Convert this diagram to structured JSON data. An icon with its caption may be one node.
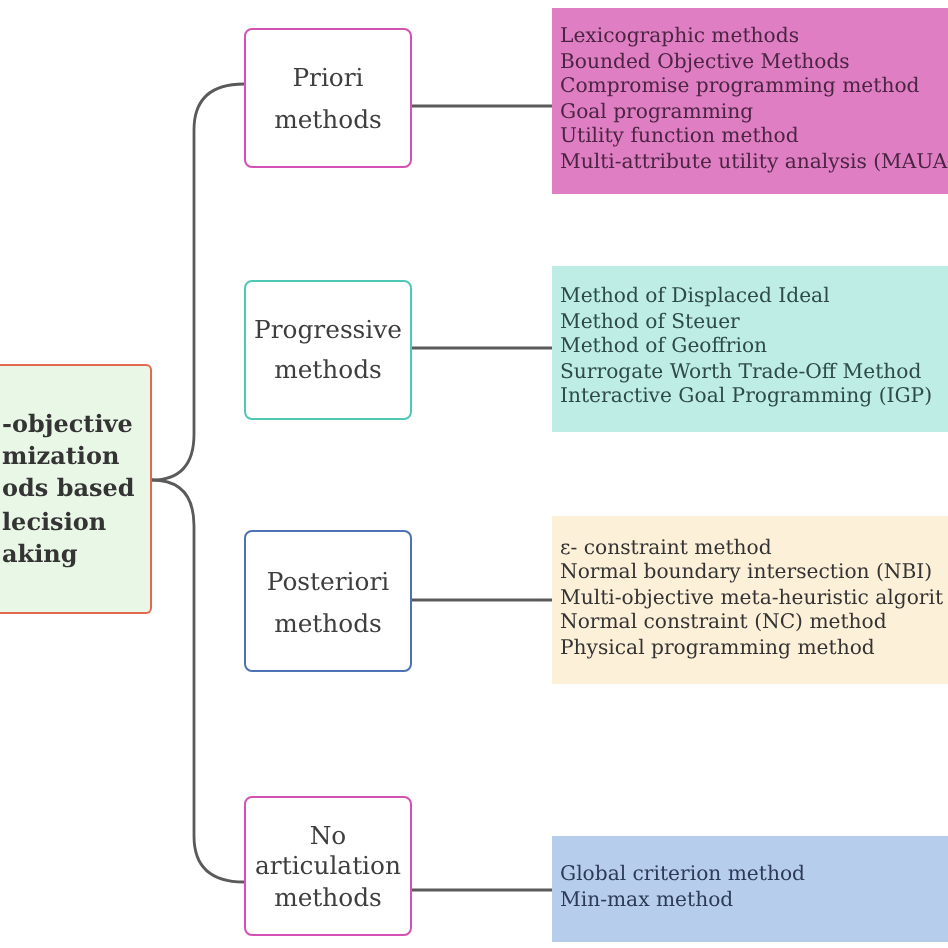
{
  "diagram": {
    "nodes": [
      {
        "text": [
          "-objective mization ods based lecision aking"
        ]
      },
      {
        "text": [
          "Priori methods"
        ]
      },
      {
        "text": [
          "Lexicographic methods",
          "Bounded Objective Methods",
          "Compromise programming method",
          "Goal programming",
          "Utility function method",
          "Multi-attribute utility analysis (MAUA"
        ]
      },
      {
        "text": [
          "Progressive methods"
        ]
      },
      {
        "text": [
          "Method of Displaced Ideal",
          "Method of Steuer",
          "Method of Geoffrion",
          "Surrogate Worth Trade-Off Method",
          "Interactive Goal Programming (IGP)"
        ]
      },
      {
        "text": [
          "Posteriori methods"
        ]
      },
      {
        "text": [
          "ε- constraint method",
          "Normal boundary intersection (NBI)",
          "Multi-objective meta-heuristic algorit",
          "Normal constraint (NC) method",
          "Physical programming method"
        ]
      },
      {
        "text": [
          "No articulation methods"
        ]
      },
      {
        "text": [
          "Global criterion method",
          "Min-max method"
        ]
      }
    ],
    "edges": [
      {
        "from": 0,
        "to": 1,
        "arrow": "none"
      },
      {
        "from": 0,
        "to": 7,
        "arrow": "none"
      },
      {
        "from": 1,
        "to": 2,
        "arrow": "none"
      },
      {
        "from": 3,
        "to": 4,
        "arrow": "none"
      },
      {
        "from": 5,
        "to": 6,
        "arrow": "none"
      },
      {
        "from": 7,
        "to": 8,
        "arrow": "none"
      }
    ]
  }
}
